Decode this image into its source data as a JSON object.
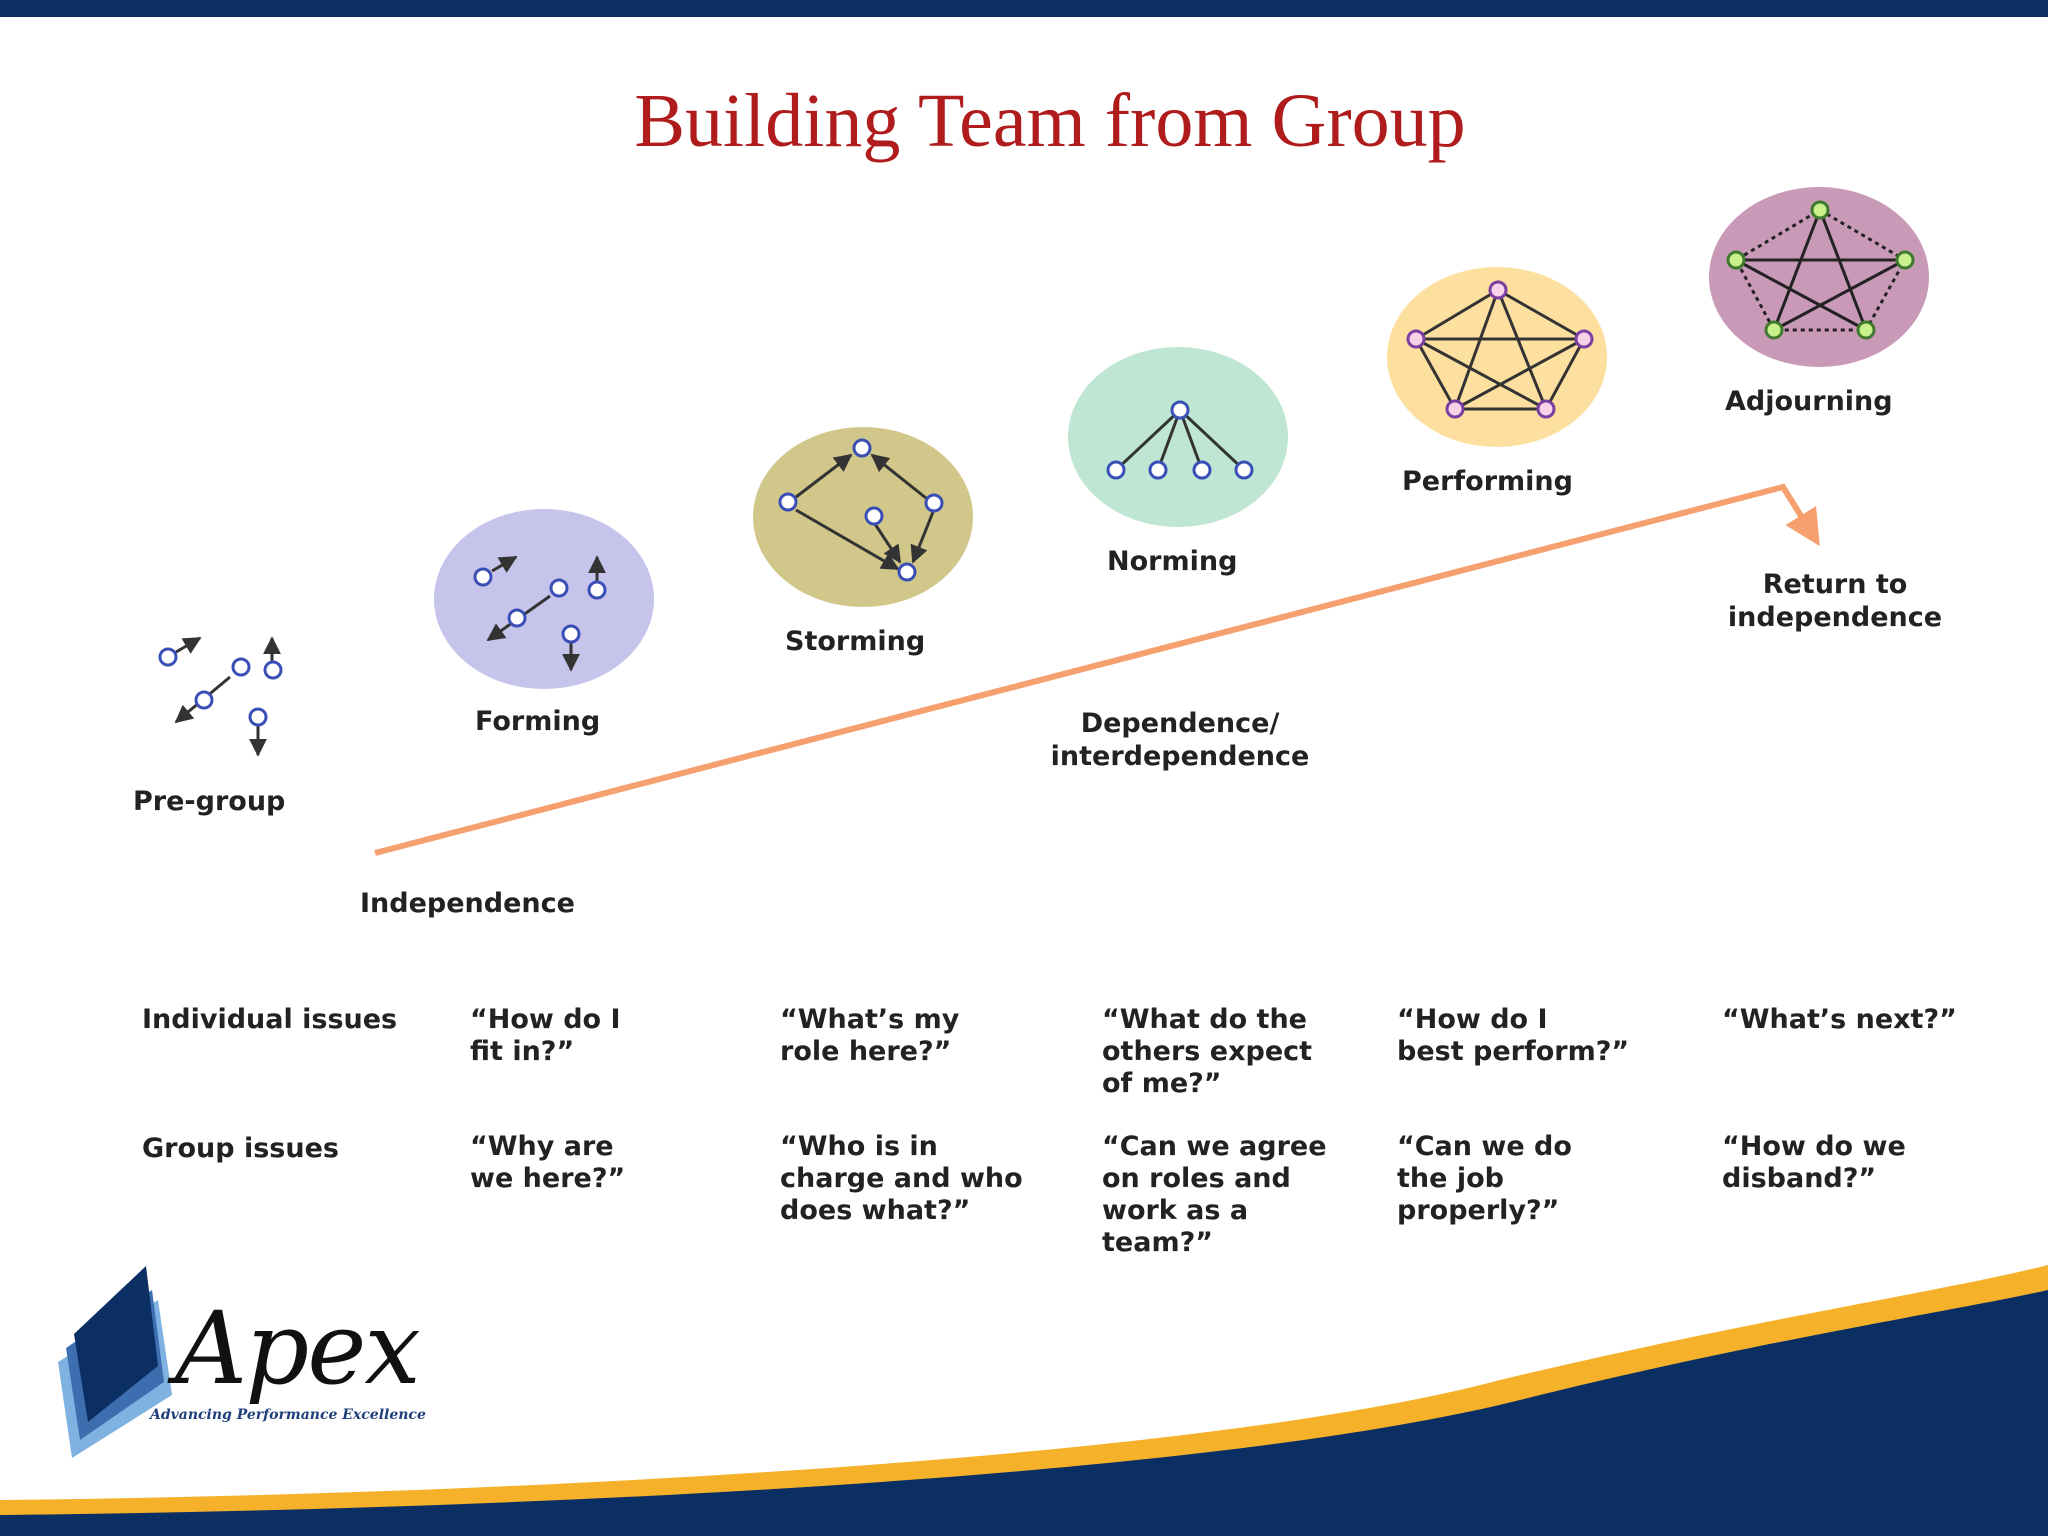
{
  "title": "Building Team from Group",
  "stages": [
    {
      "label": "Pre-group"
    },
    {
      "label": "Forming"
    },
    {
      "label": "Storming"
    },
    {
      "label": "Norming"
    },
    {
      "label": "Performing"
    },
    {
      "label": "Adjourning"
    }
  ],
  "progression": {
    "start_label": "Independence",
    "middle_label": "Dependence/\ninterdependence",
    "end_label": "Return to\nindependence"
  },
  "issues": {
    "individual_label": "Individual issues",
    "group_label": "Group issues",
    "individual": [
      "“How do I\nfit in?”",
      "“What’s my\nrole here?”",
      "“What do the\nothers expect\nof me?”",
      "“How do I\nbest perform?”",
      "“What’s next?”"
    ],
    "group": [
      "“Why are\nwe here?”",
      "“Who is in\ncharge and who\ndoes what?”",
      "“Can we agree\non roles and\nwork as a\nteam?”",
      "“Can we do\nthe job\nproperly?”",
      "“How do we\ndisband?”"
    ]
  },
  "logo": {
    "name": "Apex",
    "tagline": "Advancing Performance Excellence"
  },
  "colors": {
    "title": "#b01b1b",
    "navy": "#0b2f63",
    "accent_gold": "#f5b12a",
    "arrow": "#f5a06e",
    "forming": "#c6c4ea",
    "storming": "#d2c78a",
    "norming": "#bfe6d3",
    "performing": "#fde0a0",
    "adjourning": "#c99ab8"
  }
}
